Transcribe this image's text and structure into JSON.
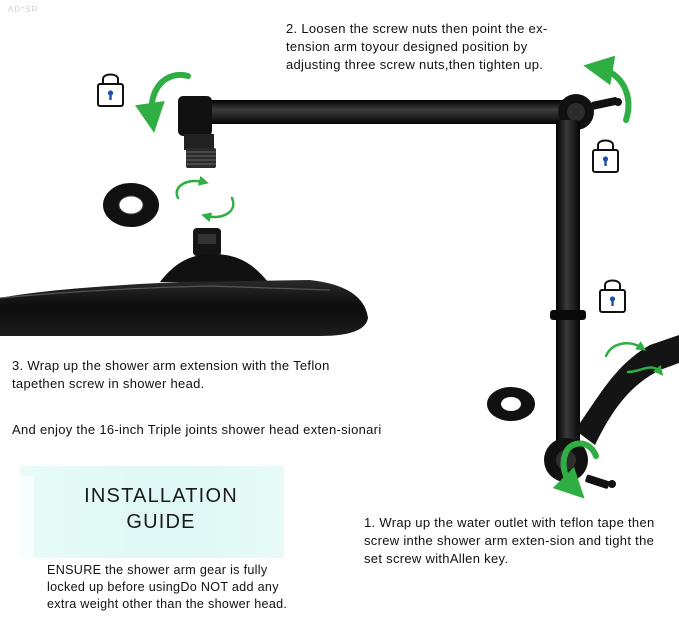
{
  "watermark": "AD*SR",
  "instructions": {
    "step2": "2. Loosen the screw nuts then point the ex-tension arm toyour designed position by adjusting three screw nuts,then tighten up.",
    "step3": "3. Wrap up the shower arm extension with the Teflon tapethen screw in shower head.",
    "enjoy": "And enjoy the 16-inch Triple joints shower head exten-sionari",
    "step1": "1. Wrap up the water outlet with teflon tape then screw inthe shower arm exten-sion and tight the set screw withAllen key."
  },
  "guide": {
    "title_line1": "INSTALLATION",
    "title_line2": "GUIDE",
    "note": "ENSURE the shower arm gear is fully locked up before usingDo NOT add any extra weight other than the shower head."
  },
  "icons": [
    "lock-icon",
    "rotate-arrow-icon",
    "swap-arrows-icon"
  ],
  "colors": {
    "accent_green": "#2fae43",
    "lock_blue": "#1f4fa8",
    "metal": "#111111",
    "guide_bg": "#e2f9f6"
  }
}
